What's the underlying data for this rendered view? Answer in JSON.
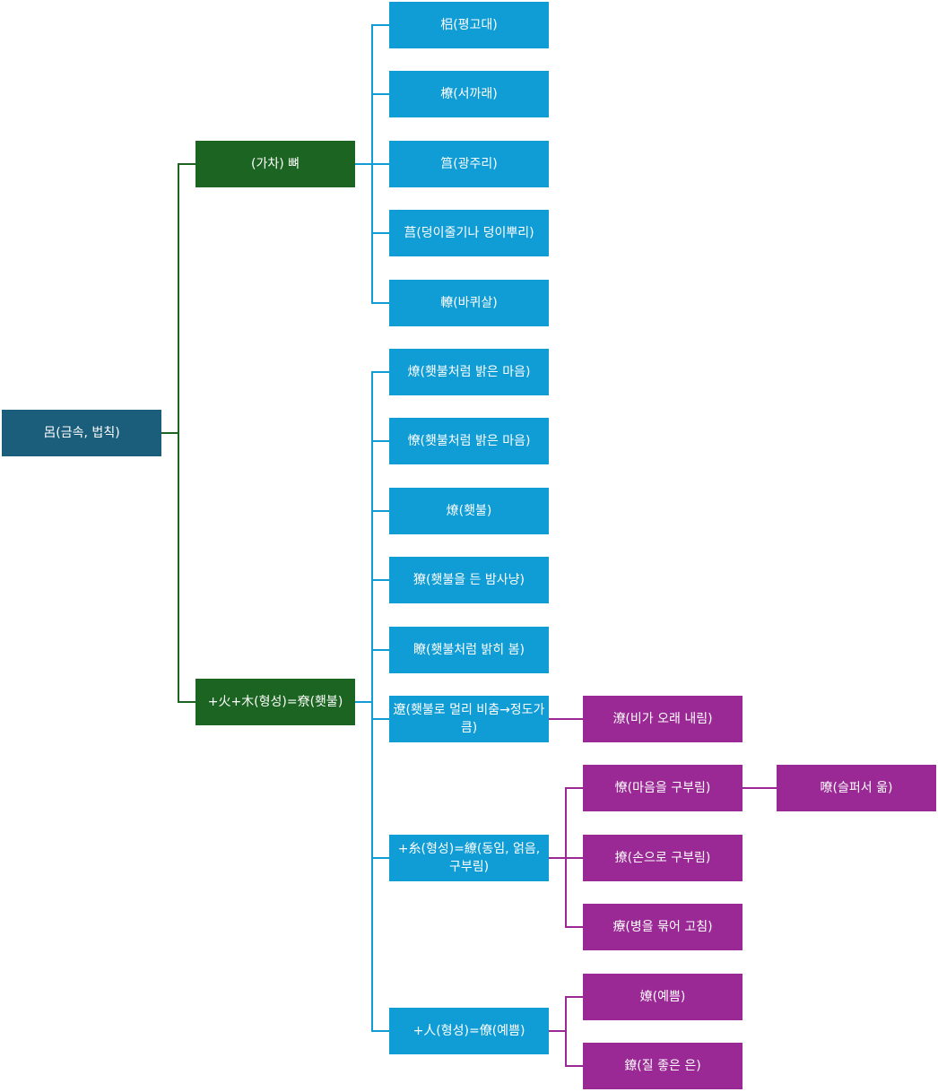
{
  "colors": {
    "root": "#1b5e7c",
    "branch": "#1b6421",
    "blue": "#109dd6",
    "purple": "#9a2895",
    "branch_line": "#1b6421",
    "blue_line": "#109dd6",
    "purple_line": "#9a2895"
  },
  "nodes": {
    "root": "呂(금속, 법칙)",
    "branch_loan": "(가차) 뼈",
    "branch_form": "+火+木(형성)=尞(횃불)",
    "n_gao": "梠(평고대)",
    "n_rafter": "橑(서까래)",
    "n_basket": "筥(광주리)",
    "n_vine": "莒(덩이줄기나 덩이뿌리)",
    "n_spoke": "轑(바퀴살)",
    "n_liao_heart1": "燎(횃불처럼 밝은 마음)",
    "n_liao_heart2": "憭(횃불처럼 밝은 마음)",
    "n_torch": "燎(횃불)",
    "n_hunt": "獠(횃불을 든 밤사냥)",
    "n_eye": "瞭(횃불처럼 밝히 봄)",
    "n_far": "遼(횃불로 멀리 비춤→정도가 큼)",
    "n_rain": "潦(비가 오래 내림)",
    "n_silk": "+糸(형성)=繚(동임, 얽음, 구부림)",
    "n_bend_heart": "憭(마음을 구부림)",
    "n_sad": "嘹(슬퍼서 욺)",
    "n_bend_hand": "撩(손으로 구부림)",
    "n_heal": "療(병을 묶어 고침)",
    "n_person": "+人(형성)=僚(예쁨)",
    "n_pretty": "嫽(예쁨)",
    "n_silver": "鐐(질 좋은 은)"
  }
}
